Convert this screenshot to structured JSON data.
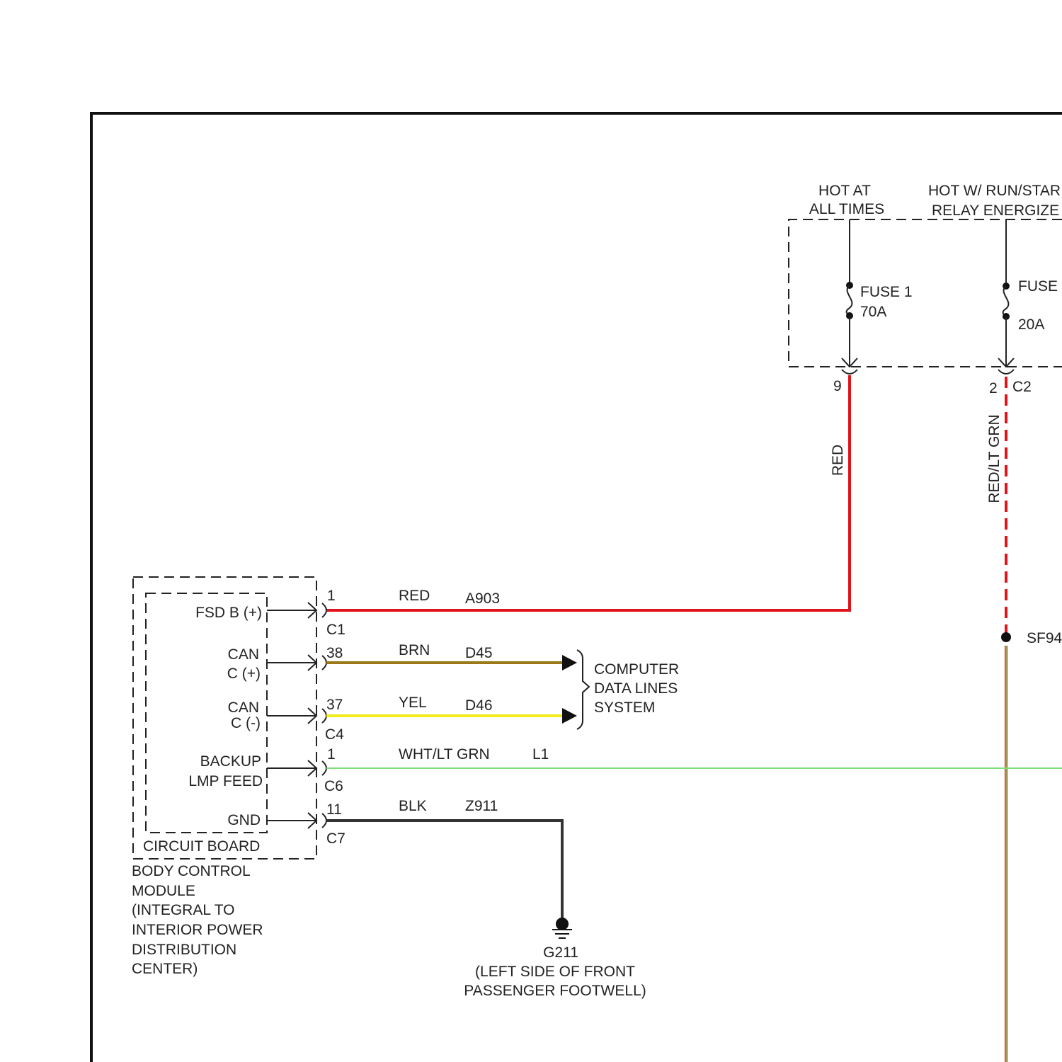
{
  "power": {
    "hot_at_all_times": [
      "HOT AT",
      "ALL TIMES"
    ],
    "hot_w_run": [
      "HOT W/ RUN/STAR",
      "RELAY ENERGIZE"
    ],
    "fuse1_name": "FUSE 1",
    "fuse1_rating": "70A",
    "fuse2_name": "FUSE",
    "fuse2_rating": "20A",
    "cavity_9": "9",
    "cavity_2": "2",
    "connector_c2": "C2"
  },
  "vertical_wires": {
    "red_label": "RED",
    "red_lt_grn_label": "RED/LT GRN",
    "splice": "SF94"
  },
  "module": {
    "pins": [
      {
        "label_lines": [
          "FSD B (+)"
        ],
        "cavity": "1",
        "connector": "C1",
        "color": "RED",
        "circuit": "A903"
      },
      {
        "label_lines": [
          "CAN",
          "C (+)"
        ],
        "cavity": "38",
        "connector": "",
        "color": "BRN",
        "circuit": "D45"
      },
      {
        "label_lines": [
          "CAN",
          "C (-)"
        ],
        "cavity": "37",
        "connector": "C4",
        "color": "YEL",
        "circuit": "D46"
      },
      {
        "label_lines": [
          "BACKUP",
          "LMP FEED"
        ],
        "cavity": "1",
        "connector": "C6",
        "color": "WHT/LT GRN",
        "circuit": "L1"
      },
      {
        "label_lines": [
          "GND"
        ],
        "cavity": "11",
        "connector": "C7",
        "color": "BLK",
        "circuit": "Z911"
      }
    ],
    "circuit_board": "CIRCUIT BOARD",
    "name_lines": [
      "BODY CONTROL",
      "MODULE",
      "(INTEGRAL TO",
      "INTERIOR POWER",
      "DISTRIBUTION",
      "CENTER)"
    ]
  },
  "data_lines": [
    "COMPUTER",
    "DATA LINES",
    "SYSTEM"
  ],
  "ground": {
    "name": "G211",
    "location_lines": [
      "(LEFT SIDE OF FRONT",
      "PASSENGER FOOTWELL)"
    ]
  },
  "colors": {
    "red": "#e0141b",
    "brown": "#9a7a18",
    "yellow": "#f2ec1a",
    "lt_green": "#7fe07a",
    "black": "#333333"
  }
}
